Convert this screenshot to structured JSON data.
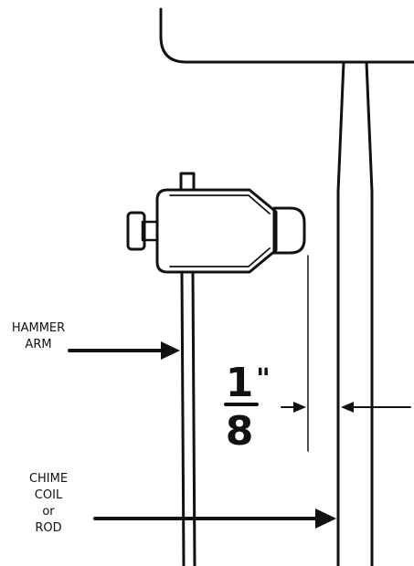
{
  "labels": {
    "hammer_arm": [
      "HAMMER",
      "ARM"
    ],
    "chime": [
      "CHIME",
      "COIL",
      "or",
      "ROD"
    ],
    "measurement": {
      "numerator": "1",
      "inch_mark": "\"",
      "denominator": "8"
    }
  },
  "colors": {
    "ink": "#111111",
    "background": "#ffffff"
  }
}
